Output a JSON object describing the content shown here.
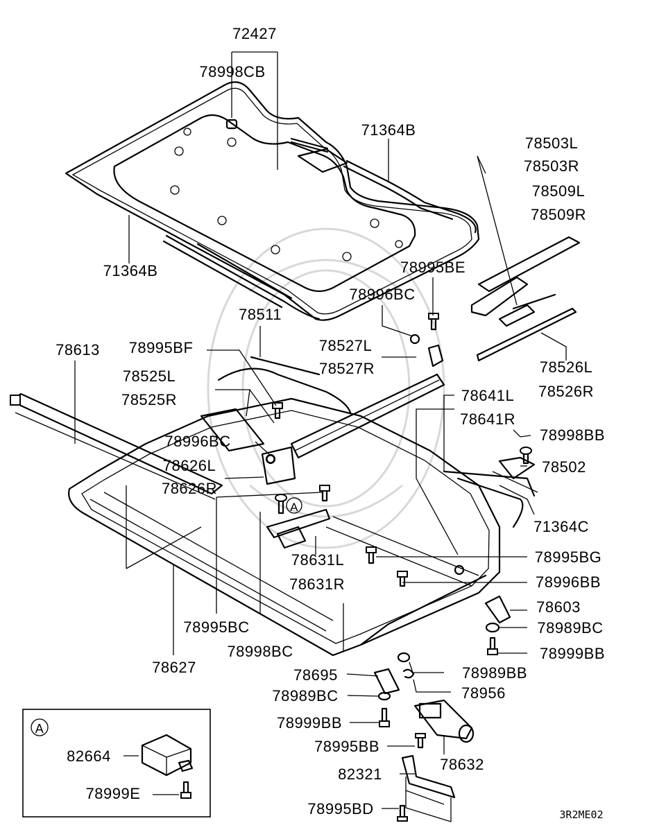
{
  "diagram_code": "3R2ME02",
  "inset": {
    "marker": "A",
    "parts": [
      "82664",
      "78999E"
    ]
  },
  "callout_marker": "A",
  "labels": [
    "72427",
    "78998CB",
    "71364B",
    "71364B",
    "78503L",
    "78503R",
    "78509L",
    "78509R",
    "78995BE",
    "78996BC",
    "78511",
    "78613",
    "78995BF",
    "78527L",
    "78527R",
    "78526L",
    "78526R",
    "78525L",
    "78525R",
    "78641L",
    "78641R",
    "78996BC",
    "78998BB",
    "78626L",
    "78502",
    "78626R",
    "71364C",
    "78995BG",
    "78631L",
    "78996BB",
    "78631R",
    "78603",
    "78995BC",
    "78989BC",
    "78999BB",
    "78998BC",
    "78627",
    "78695",
    "78989BB",
    "78989BC",
    "78956",
    "78999BB",
    "78995BB",
    "78632",
    "82321",
    "78995BD"
  ]
}
